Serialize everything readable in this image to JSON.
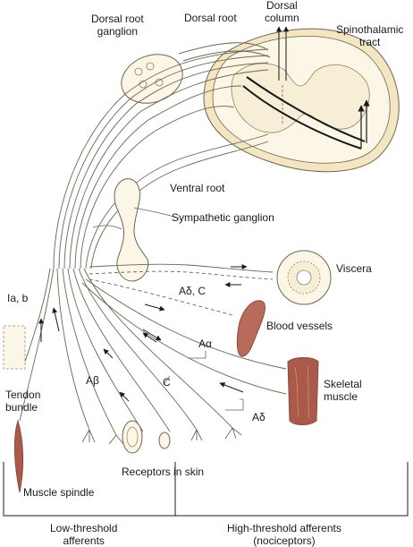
{
  "labels": {
    "dorsal_root_ganglion": [
      "Dorsal root",
      "ganglion"
    ],
    "dorsal_root": "Dorsal root",
    "dorsal_column": [
      "Dorsal",
      "column"
    ],
    "spinothalamic_tract": [
      "Spinothalamic",
      "tract"
    ],
    "ventral_root": "Ventral root",
    "sympathetic_ganglion": "Sympathetic ganglion",
    "viscera": "Viscera",
    "a_delta_c": "Aδ, C",
    "blood_vessels": "Blood vessels",
    "ia_b": "Ia, b",
    "a_alpha": "Aα",
    "skeletal_muscle": [
      "Skeletal",
      "muscle"
    ],
    "tendon_bundle": [
      "Tendon",
      "bundle"
    ],
    "a_beta": "Aβ",
    "c_fiber": "C",
    "a_delta": "Aδ",
    "receptors_in_skin": "Receptors in skin",
    "muscle_spindle": "Muscle spindle",
    "low_threshold": [
      "Low-threshold",
      "afferents"
    ],
    "high_threshold": [
      "High-threshold afferents",
      "(nociceptors)"
    ]
  },
  "colors": {
    "cream": "#fbf6e6",
    "cream_dark": "#efe2bf",
    "outline": "#6d6552",
    "muscle": "#8e4a3c",
    "muscle_light": "#b86b5a",
    "nerve": "#6d6552"
  }
}
